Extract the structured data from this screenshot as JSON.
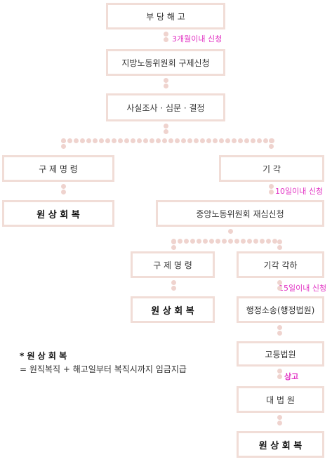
{
  "nodes": {
    "unfair_dismissal": "부 당 해 고",
    "regional_relief_request": "지방노동위원회 구제신청",
    "investigation": "사실조사 · 심문 · 결정",
    "relief_order_1": "구 제 명 령",
    "reinstatement_1": "원 상 회 복",
    "dismissal_1": "기    각",
    "central_review": "중앙노동위원회 재심신청",
    "relief_order_2": "구 제 명 령",
    "dismissal_2": "기각 각하",
    "reinstatement_2": "원 상 회 복",
    "admin_litigation": "행정소송(행정법원)",
    "high_court": "고등법원",
    "supreme_court": "대 법 원",
    "reinstatement_3": "원 상 회 복"
  },
  "notes": {
    "within_3_months": "3개월이내 신청",
    "within_10_days": "10일이내 신청",
    "within_15_days": "15일이내 신청",
    "appeal": "상고"
  },
  "legend": {
    "title": "* 원 상 회 복",
    "description": "= 원직복직 + 해고일부터 복직시까지 임금지급"
  },
  "colors": {
    "box_border": "#f1ddd7",
    "connector": "#efd3ce",
    "note_text": "#e234c4"
  }
}
